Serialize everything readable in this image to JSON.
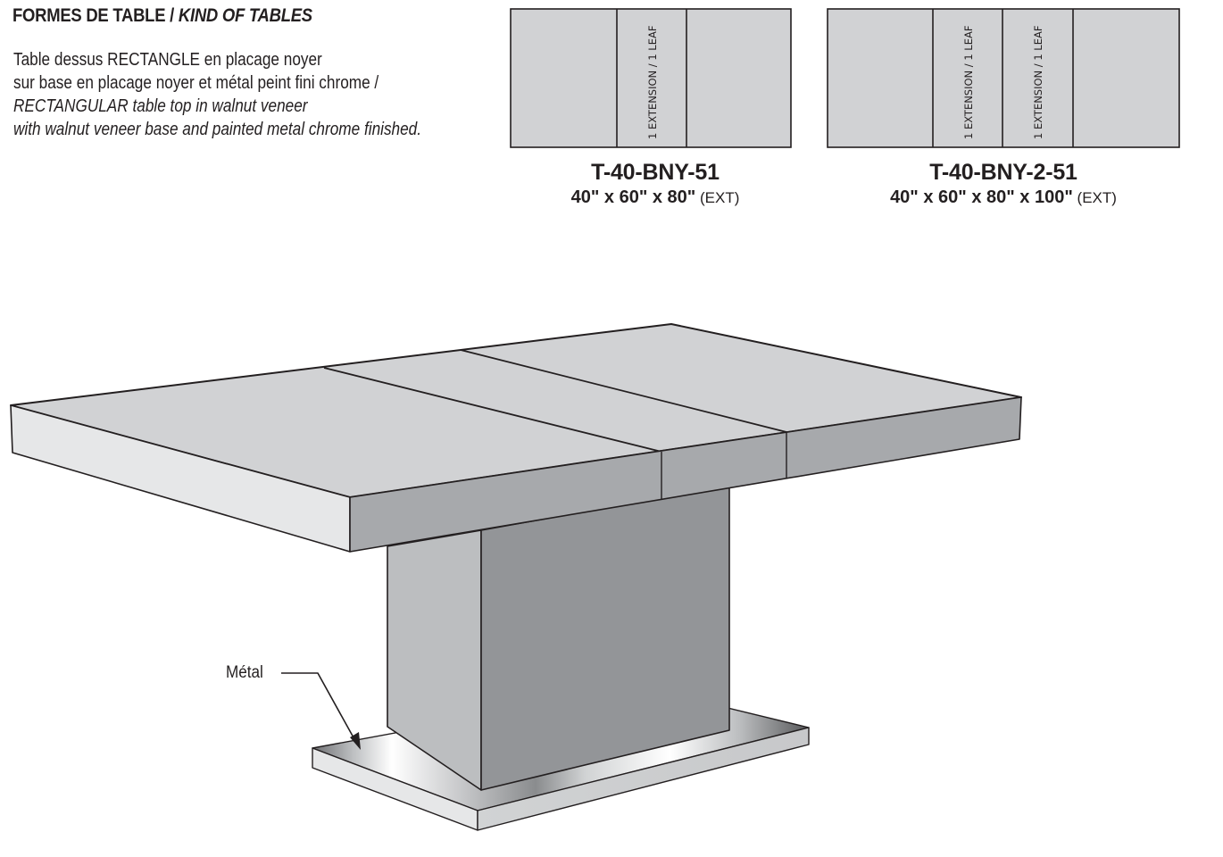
{
  "header": {
    "title_fr": "FORMES DE TABLE",
    "title_sep": " / ",
    "title_en": "KIND OF TABLES"
  },
  "description": {
    "fr_line1": "Table dessus RECTANGLE en placage noyer",
    "fr_line2": "sur base en placage noyer et métal peint fini chrome /",
    "en_line1": "RECTANGULAR table top in walnut veneer",
    "en_line2": "with walnut veneer base and painted metal chrome finished."
  },
  "models": [
    {
      "code": "T-40-BNY-51",
      "dims": "40\" x 60\" x 80\"",
      "ext": " (EXT)",
      "leaves": [
        "1 EXTENSION / 1 LEAF"
      ]
    },
    {
      "code": "T-40-BNY-2-51",
      "dims": "40\" x 60\" x 80\" x 100\"",
      "ext": " (EXT)",
      "leaves": [
        "1 EXTENSION / 1 LEAF",
        "1 EXTENSION / 1 LEAF"
      ]
    }
  ],
  "illustration": {
    "callout_label": "Métal"
  },
  "colors": {
    "top_surface": "#d1d2d4",
    "left_edge": "#e6e7e8",
    "front_edge": "#a7a9ac",
    "pedestal_side": "#bcbec0",
    "pedestal_front": "#939598",
    "outline": "#231f20"
  }
}
